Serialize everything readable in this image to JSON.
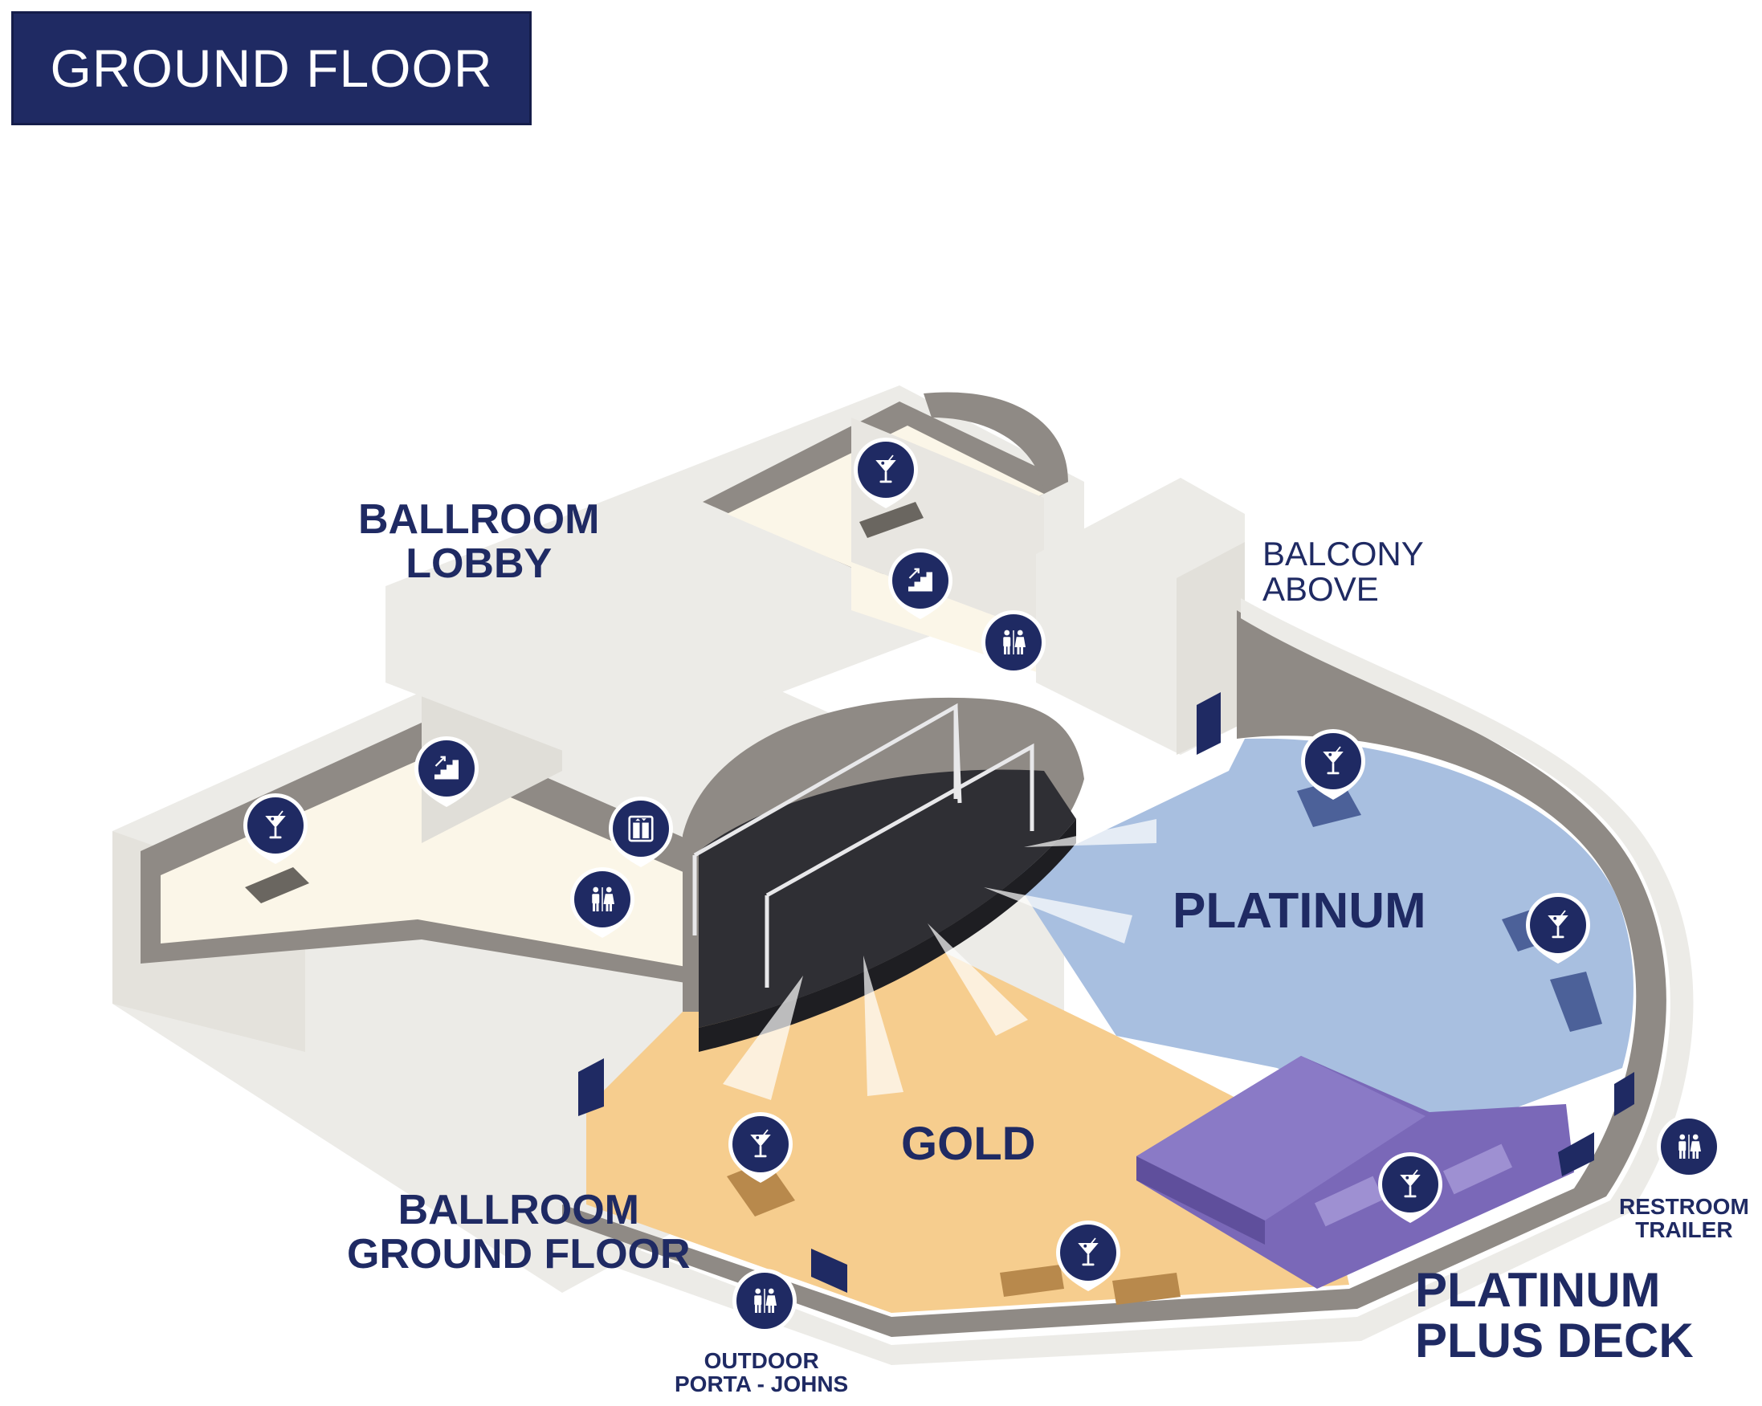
{
  "title": "GROUND FLOOR",
  "areas": {
    "ballroom_lobby": [
      "BALLROOM",
      "LOBBY"
    ],
    "balcony_above": [
      "BALCONY",
      "ABOVE"
    ],
    "platinum": "PLATINUM",
    "gold": "GOLD",
    "ballroom_ground_floor": [
      "BALLROOM",
      "GROUND FLOOR"
    ],
    "platinum_plus_deck": [
      "PLATINUM",
      "PLUS DECK"
    ],
    "restroom_trailer": [
      "RESTROOM",
      "TRAILER"
    ],
    "outdoor_porta_johns": [
      "OUTDOOR",
      "PORTA - JOHNS"
    ]
  },
  "colors": {
    "navy": "#1f2a63",
    "wall": "#8f8a85",
    "wall_top": "#ecebe7",
    "gold_zone": "#f6cd8e",
    "platinum_zone": "#a8bfe0",
    "platinum_plus_zone": "#7a68b8",
    "stage": "#2f2f34",
    "lobby_floor": "#fbf6e8"
  },
  "icons": [
    {
      "name": "bar-icon",
      "symbol": "martini"
    },
    {
      "name": "stairs-icon",
      "symbol": "stairs"
    },
    {
      "name": "restroom-icon",
      "symbol": "restroom"
    },
    {
      "name": "elevator-icon",
      "symbol": "elevator"
    }
  ]
}
